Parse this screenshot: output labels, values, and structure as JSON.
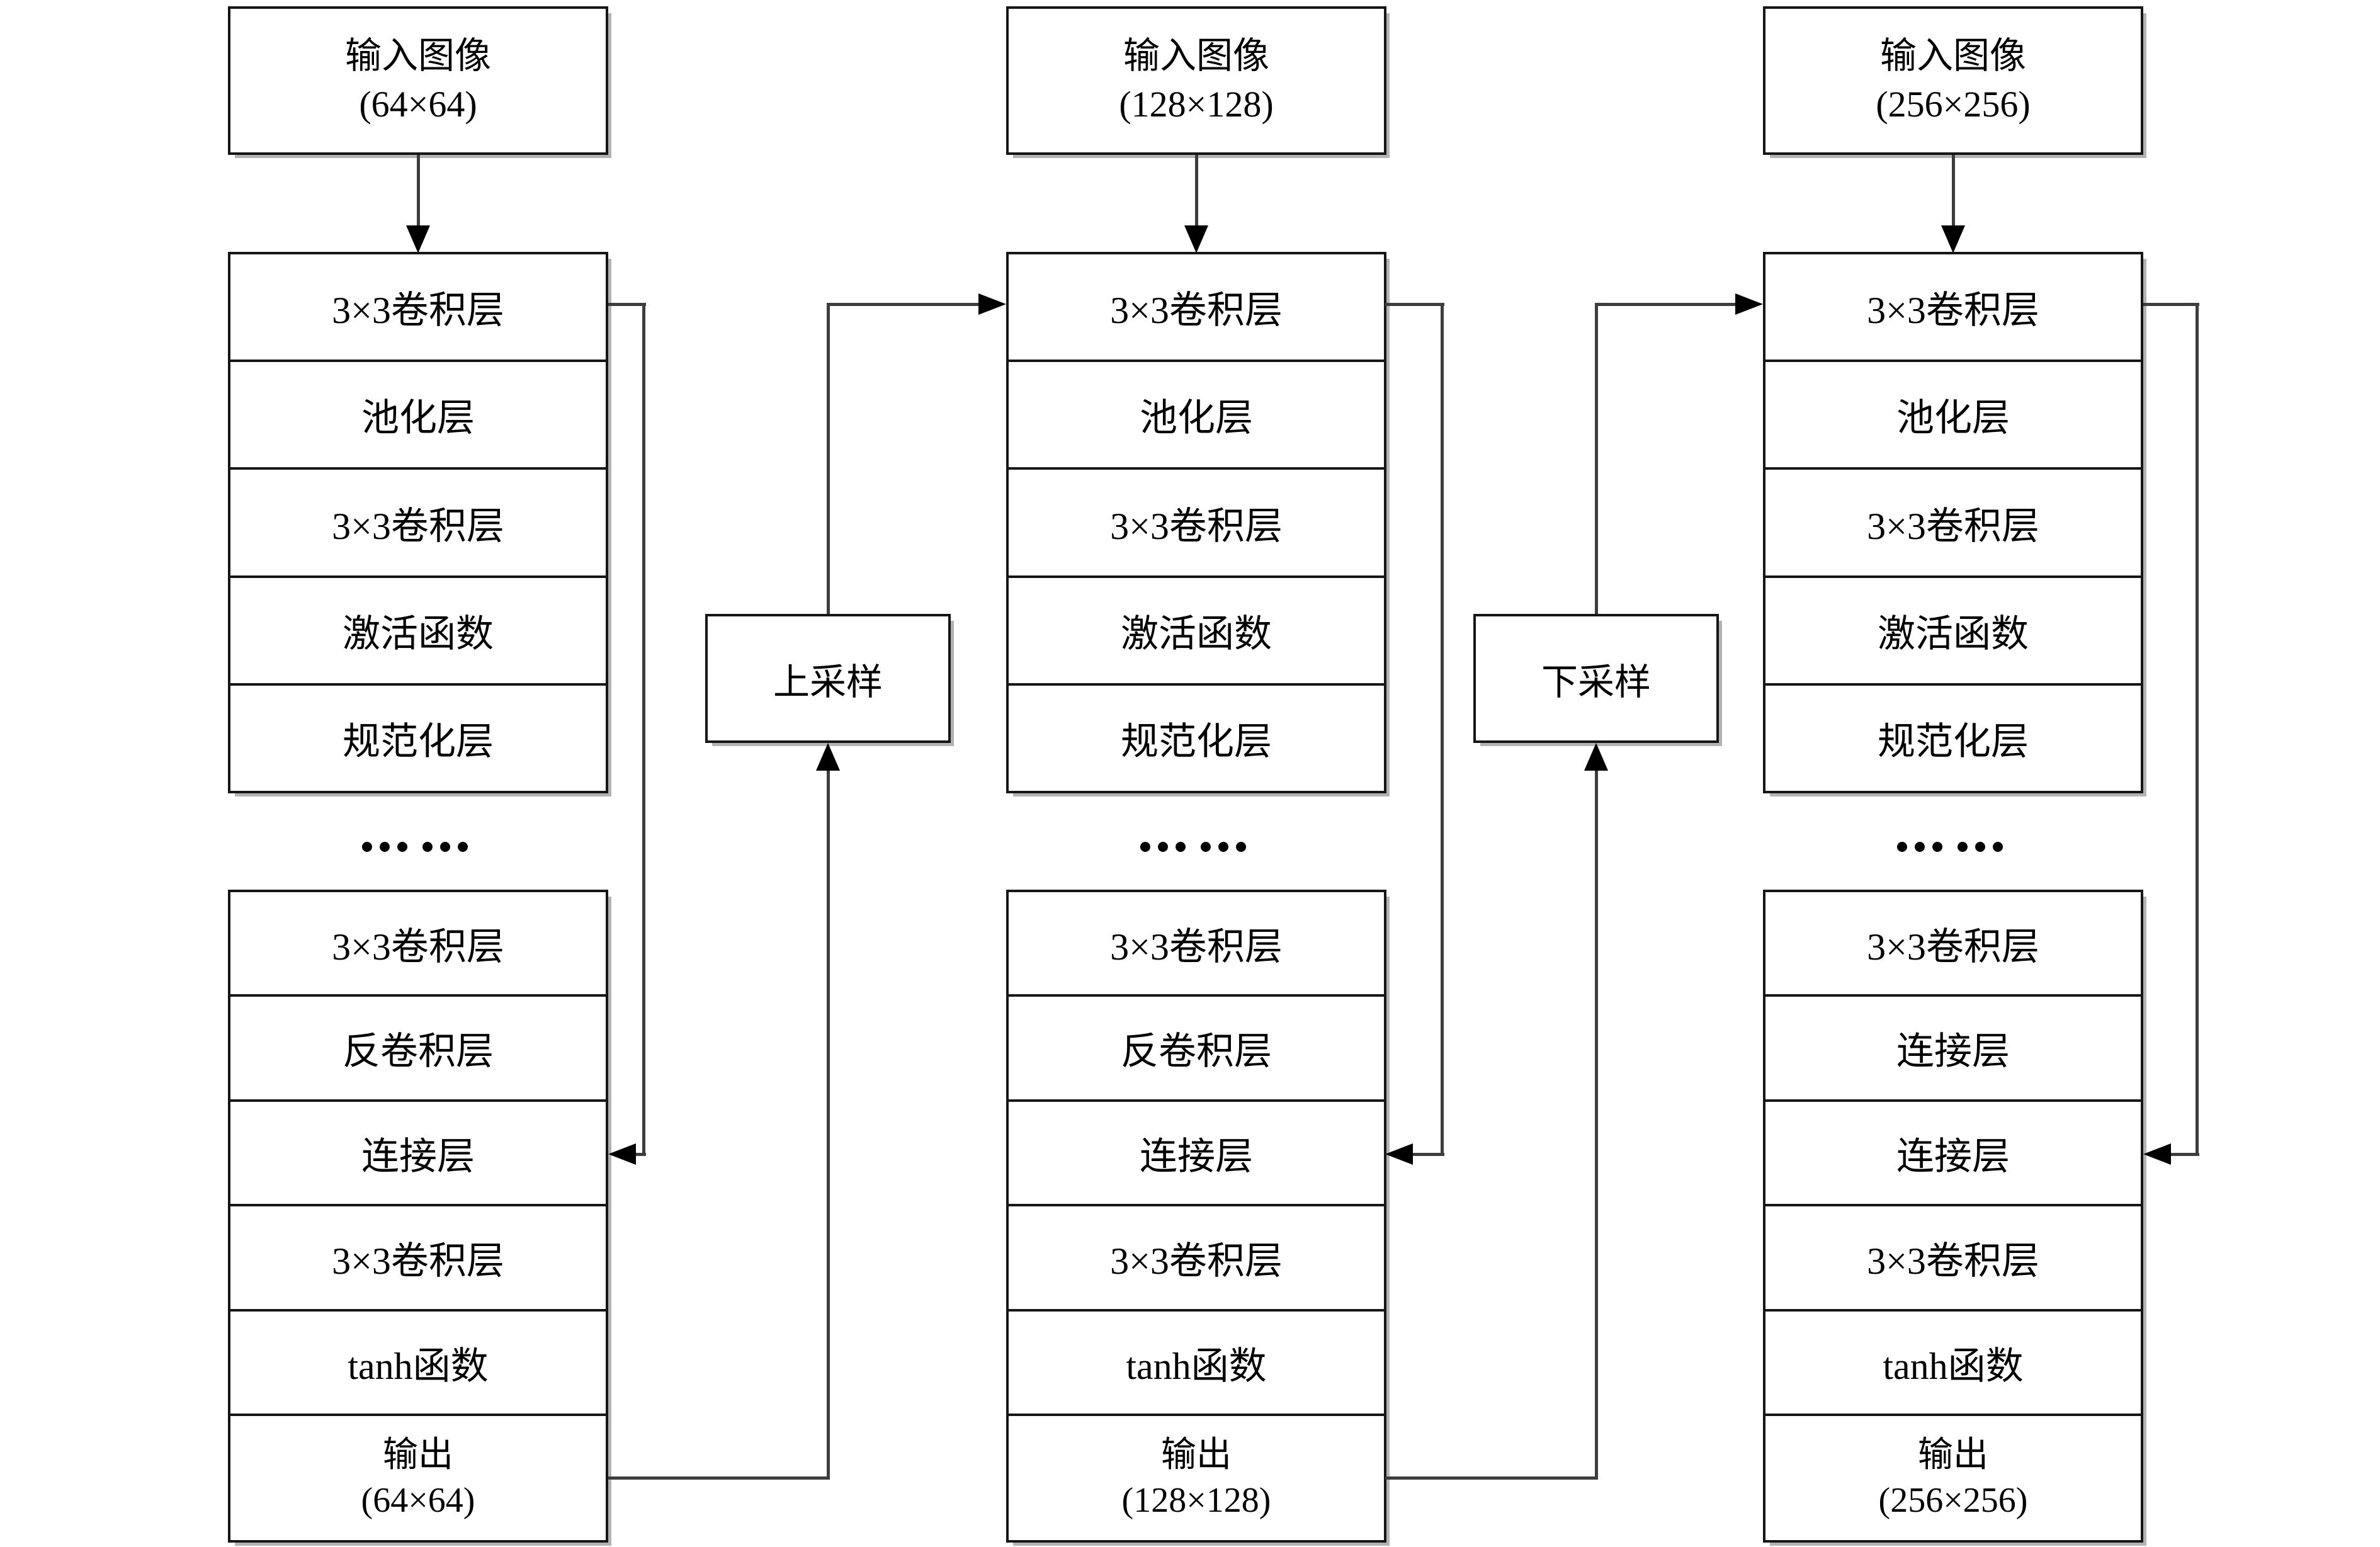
{
  "figure": {
    "columns": [
      {
        "input_title": "输入图像",
        "input_size": "(64×64)",
        "encoder_layers": [
          "3×3卷积层",
          "池化层",
          "3×3卷积层",
          "激活函数",
          "规范化层"
        ],
        "ellipsis": "……",
        "decoder_layers": [
          "3×3卷积层",
          "反卷积层",
          "连接层",
          "3×3卷积层",
          "tanh函数"
        ],
        "output_title": "输出",
        "output_size": "(64×64)"
      },
      {
        "input_title": "输入图像",
        "input_size": "(128×128)",
        "encoder_layers": [
          "3×3卷积层",
          "池化层",
          "3×3卷积层",
          "激活函数",
          "规范化层"
        ],
        "ellipsis": "……",
        "decoder_layers": [
          "3×3卷积层",
          "反卷积层",
          "连接层",
          "3×3卷积层",
          "tanh函数"
        ],
        "output_title": "输出",
        "output_size": "(128×128)"
      },
      {
        "input_title": "输入图像",
        "input_size": "(256×256)",
        "encoder_layers": [
          "3×3卷积层",
          "池化层",
          "3×3卷积层",
          "激活函数",
          "规范化层"
        ],
        "ellipsis": "……",
        "decoder_layers": [
          "3×3卷积层",
          "连接层",
          "连接层",
          "3×3卷积层",
          "tanh函数"
        ],
        "output_title": "输出",
        "output_size": "(256×256)"
      }
    ],
    "connectors": [
      {
        "label": "上采样"
      },
      {
        "label": "下采样"
      }
    ],
    "colors": {
      "border": "#161616",
      "line": "#3d3d3d",
      "arrow": "#000000",
      "shadow": "#b3b3b3",
      "background": "#ffffff"
    }
  }
}
